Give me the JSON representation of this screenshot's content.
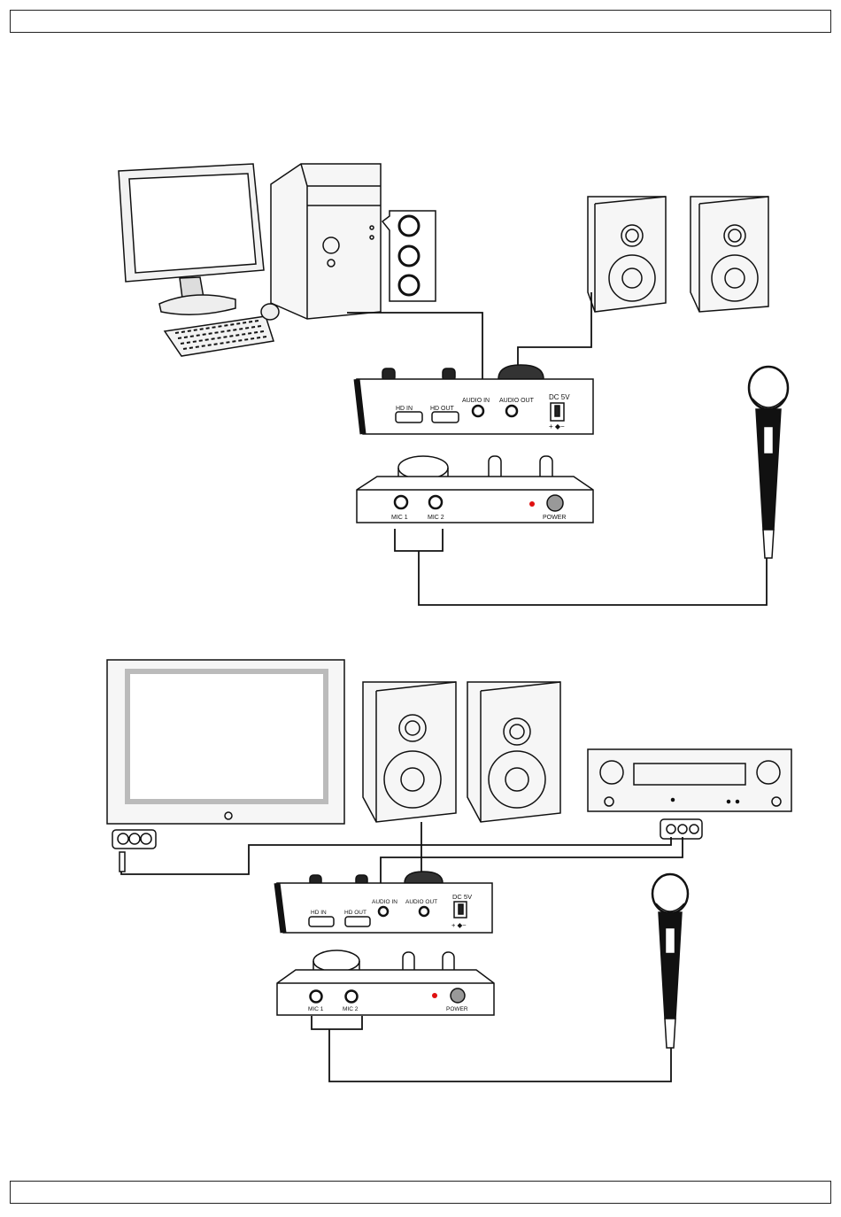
{
  "header_bar": {
    "text": ""
  },
  "footer_bar": {
    "text": ""
  },
  "diagram1": {
    "device_back": {
      "hd_in": "HD   IN",
      "hd_out": "HD   OUT",
      "audio_in": "AUDIO IN",
      "audio_out": "AUDIO OUT",
      "dc": "DC 5V",
      "polarity": "+ ◆−"
    },
    "device_front": {
      "mic1": "MIC 1",
      "mic2": "MIC 2",
      "power": "POWER"
    }
  },
  "diagram2": {
    "device_back": {
      "hd_in": "HD   IN",
      "hd_out": "HD   OUT",
      "audio_in": "AUDIO IN",
      "audio_out": "AUDIO OUT",
      "dc": "DC 5V",
      "polarity": "+ ◆−"
    },
    "device_front": {
      "mic1": "MIC 1",
      "mic2": "MIC 2",
      "power": "POWER"
    }
  },
  "colors": {
    "line": "#111111",
    "power_led": "#e01010",
    "background": "#ffffff"
  }
}
